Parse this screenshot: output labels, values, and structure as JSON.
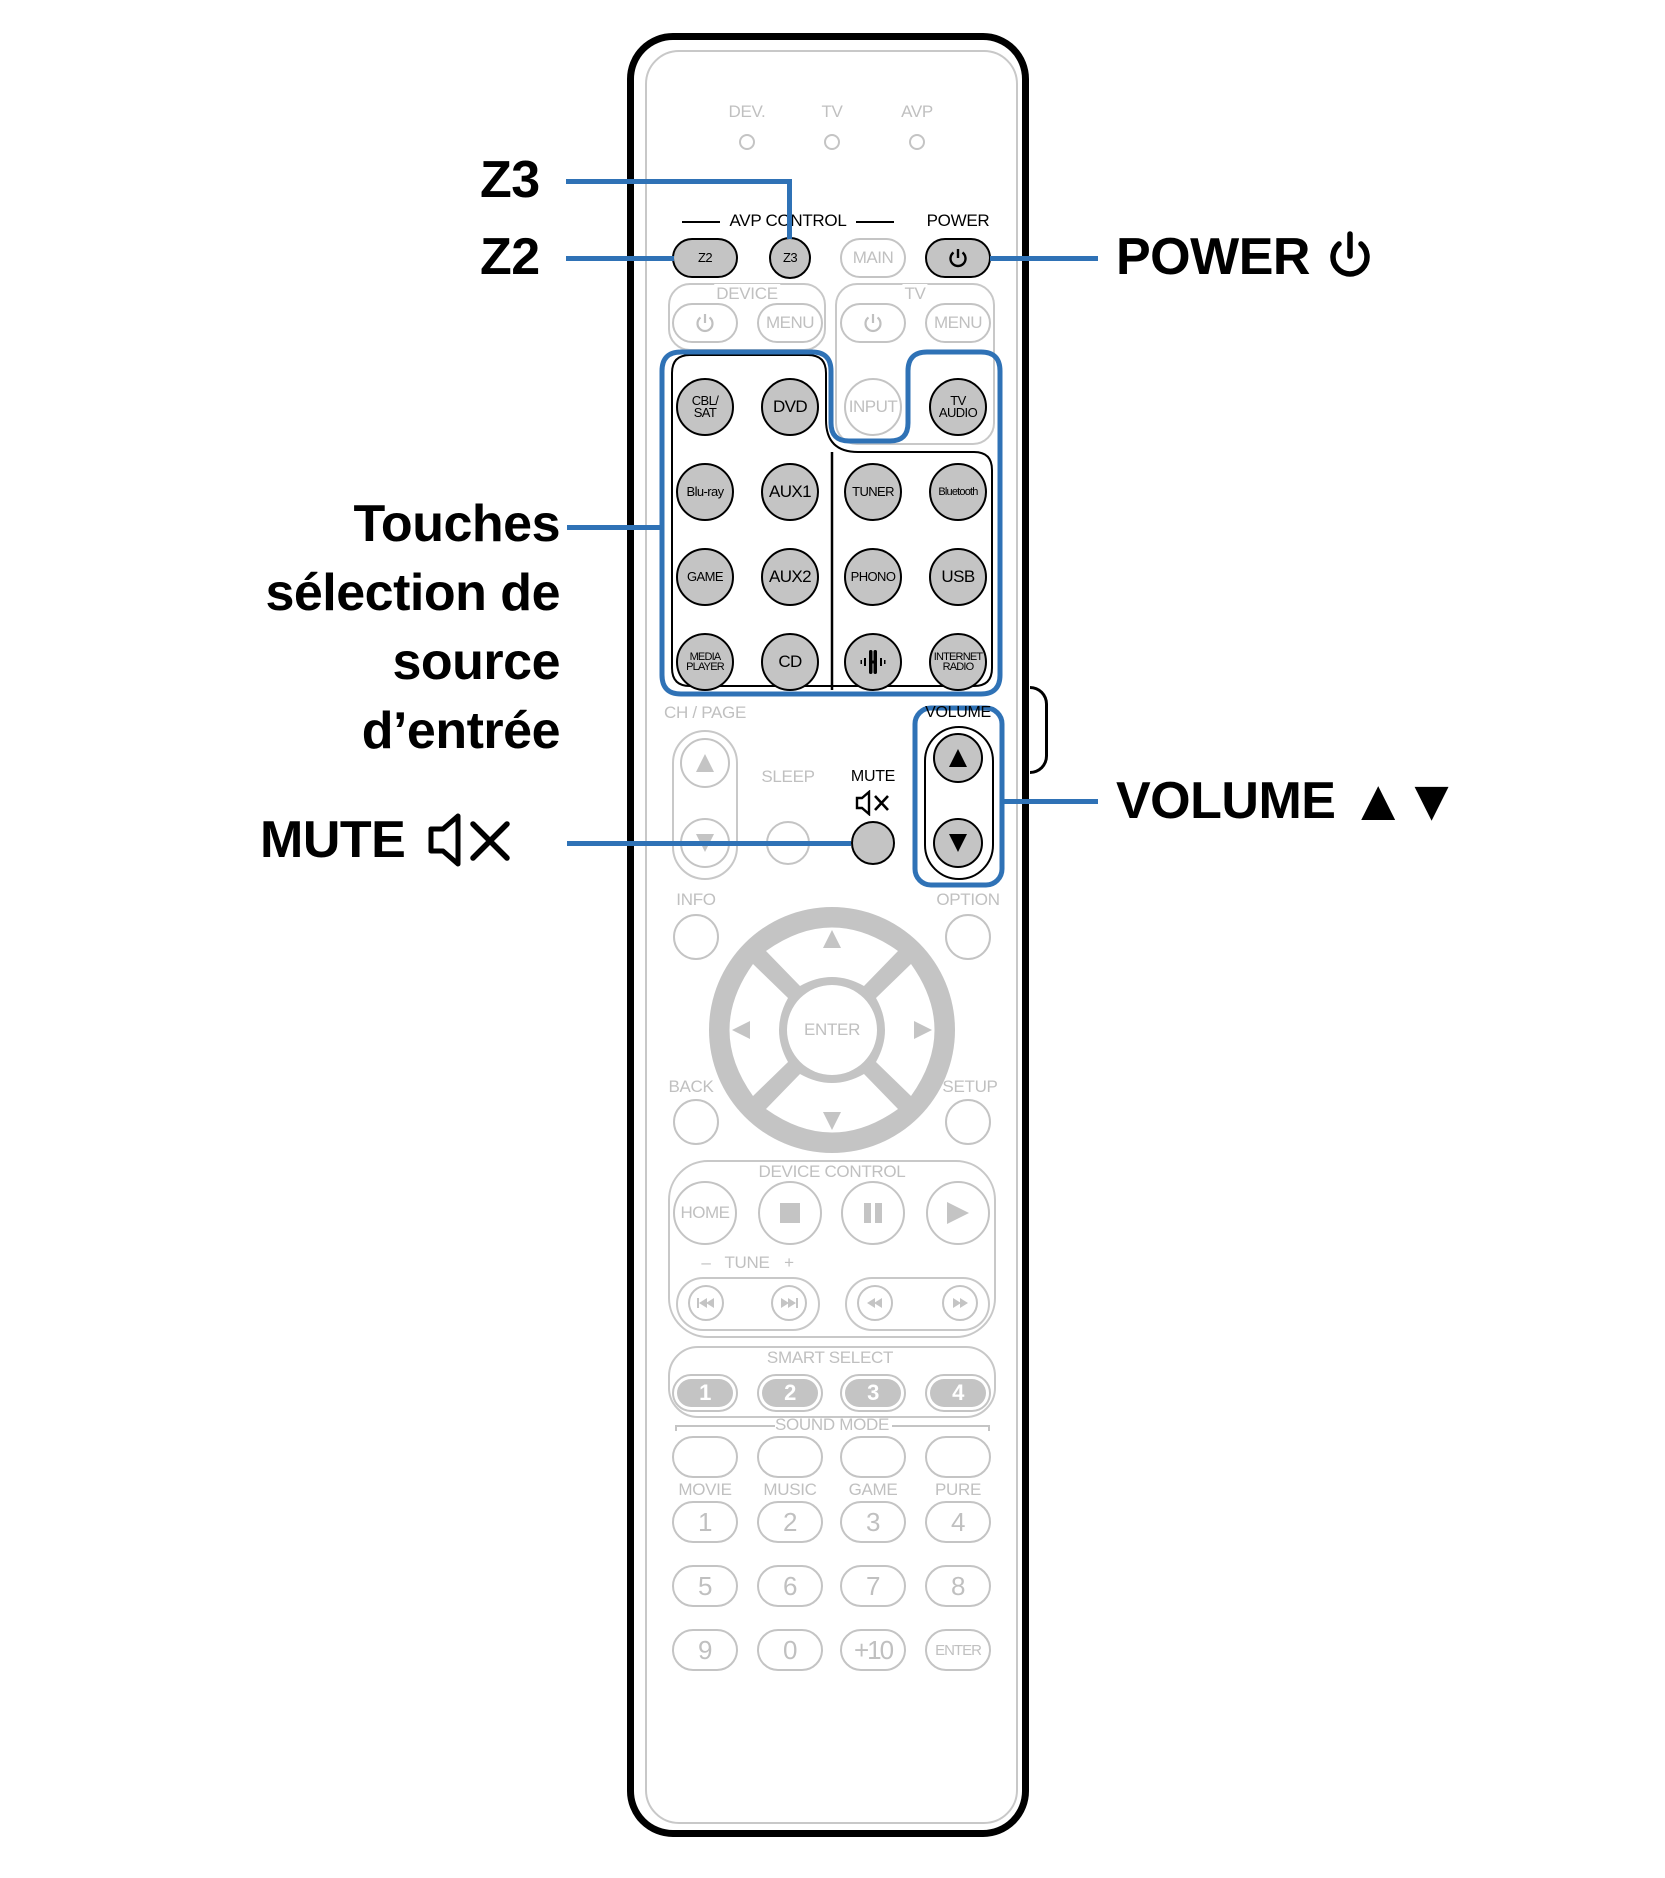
{
  "callouts": {
    "z3": "Z3",
    "z2": "Z2",
    "power": "POWER",
    "input_source_lines": [
      "Touches",
      "sélection de",
      "source",
      "d’entrée"
    ],
    "mute": "MUTE",
    "volume": "VOLUME",
    "volume_arrows": "▲▼",
    "power_icon": "power-icon",
    "mute_icon": "speaker-mute-icon"
  },
  "remote": {
    "leds": [
      "DEV.",
      "TV",
      "AVP"
    ],
    "avp_control": {
      "label": "AVP CONTROL",
      "power_label": "POWER",
      "buttons": [
        "Z2",
        "Z3",
        "MAIN"
      ]
    },
    "device_group": {
      "label": "DEVICE",
      "menu": "MENU"
    },
    "tv_group": {
      "label": "TV",
      "menu": "MENU",
      "input": "INPUT"
    },
    "sources": [
      [
        "CBL/\nSAT",
        "DVD",
        "",
        "TV\nAUDIO"
      ],
      [
        "Blu-ray",
        "AUX1",
        "TUNER",
        "Bluetooth"
      ],
      [
        "GAME",
        "AUX2",
        "PHONO",
        "USB"
      ],
      [
        "MEDIA\nPLAYER",
        "CD",
        "",
        "INTERNET\nRADIO"
      ]
    ],
    "source_labels": {
      "cbl_sat_1": "CBL/",
      "cbl_sat_2": "SAT",
      "tv_audio_1": "TV",
      "tv_audio_2": "AUDIO",
      "media_1": "MEDIA",
      "media_2": "PLAYER",
      "inet_1": "INTERNET",
      "inet_2": "RADIO",
      "dvd": "DVD",
      "bluray": "Blu-ray",
      "aux1": "AUX1",
      "tuner": "TUNER",
      "bluetooth": "Bluetooth",
      "game": "GAME",
      "aux2": "AUX2",
      "phono": "PHONO",
      "usb": "USB",
      "cd": "CD"
    },
    "ch_page": "CH / PAGE",
    "sleep": "SLEEP",
    "mute": "MUTE",
    "volume": "VOLUME",
    "info": "INFO",
    "option": "OPTION",
    "enter": "ENTER",
    "back": "BACK",
    "setup": "SETUP",
    "device_control": {
      "label": "DEVICE CONTROL",
      "home": "HOME",
      "tune": "TUNE",
      "minus": "–",
      "plus": "+"
    },
    "smart_select": {
      "label": "SMART SELECT",
      "buttons": [
        "1",
        "2",
        "3",
        "4"
      ]
    },
    "sound_mode": {
      "label": "SOUND MODE",
      "modes": [
        "MOVIE",
        "MUSIC",
        "GAME",
        "PURE"
      ]
    },
    "keypad": [
      [
        "1",
        "2",
        "3",
        "4"
      ],
      [
        "5",
        "6",
        "7",
        "8"
      ],
      [
        "9",
        "0",
        "+10",
        "ENTER"
      ]
    ]
  },
  "colors": {
    "callout_blue": "#2f72b6",
    "active_button": "#c4c4c4",
    "inactive": "#c0c0c0"
  }
}
